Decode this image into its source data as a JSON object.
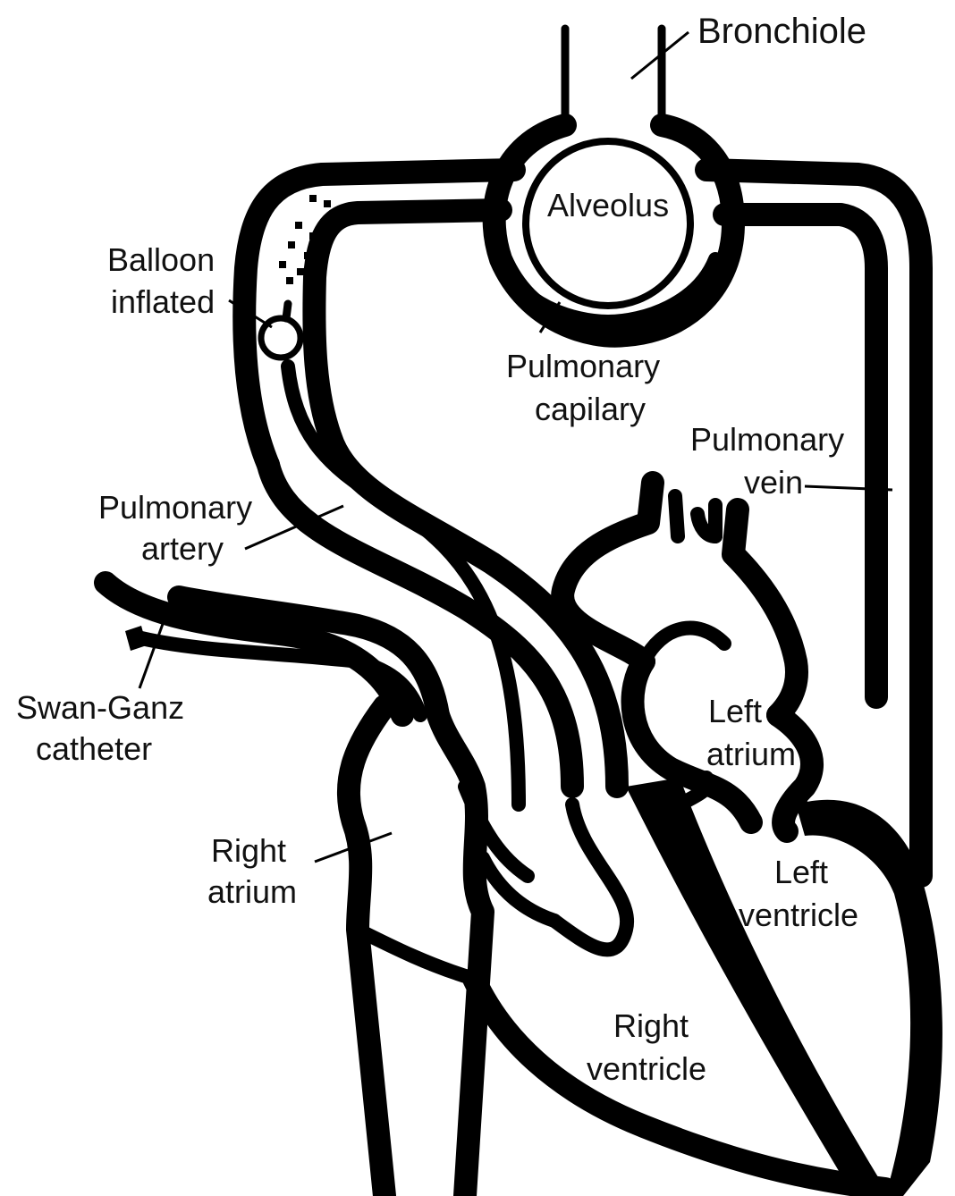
{
  "diagram": {
    "labels": {
      "bronchiole": "Bronchiole",
      "alveolus": "Alveolus",
      "balloon_line1": "Balloon",
      "balloon_line2": "inflated",
      "pulmonary_capillary_line1": "Pulmonary",
      "pulmonary_capillary_line2": "capilary",
      "pulmonary_vein_line1": "Pulmonary",
      "pulmonary_vein_line2": "vein",
      "pulmonary_artery_line1": "Pulmonary",
      "pulmonary_artery_line2": "artery",
      "swan_ganz_line1": "Swan-Ganz",
      "swan_ganz_line2": "catheter",
      "left_atrium_line1": "Left",
      "left_atrium_line2": "atrium",
      "right_atrium_line1": "Right",
      "right_atrium_line2": "atrium",
      "left_ventricle_line1": "Left",
      "left_ventricle_line2": "ventricle",
      "right_ventricle_line1": "Right",
      "right_ventricle_line2": "ventricle"
    }
  }
}
